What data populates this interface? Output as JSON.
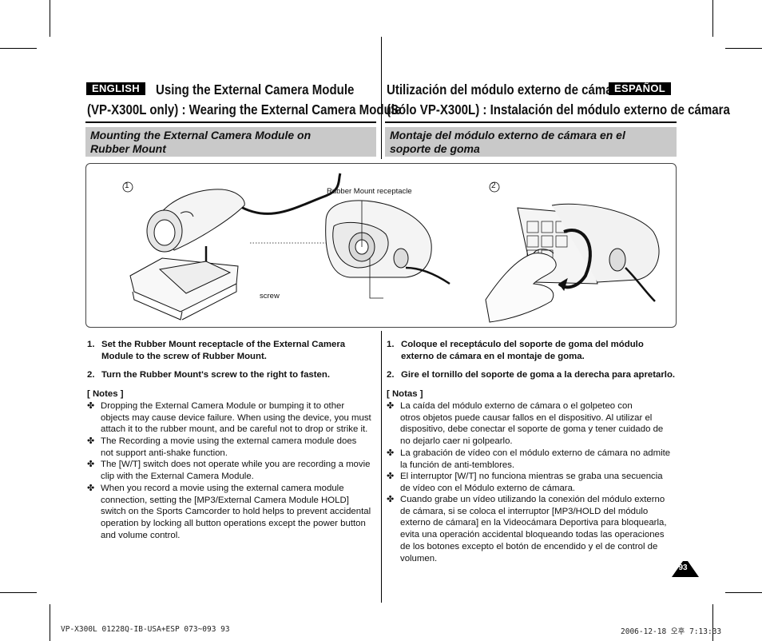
{
  "english": {
    "lang_label": "ENGLISH",
    "title_line1": "Using the External Camera Module",
    "title_line2": "(VP-X300L only) : Wearing the External Camera Module",
    "subhead_line1": "Mounting the External Camera Module on",
    "subhead_line2": "Rubber Mount",
    "steps": [
      {
        "num": "1.",
        "line1": "Set the Rubber Mount receptacle of the External Camera",
        "line2": "Module to the screw of Rubber Mount."
      },
      {
        "num": "2.",
        "line1": "Turn the Rubber Mount's screw to the right to fasten."
      }
    ],
    "notes_heading": "[ Notes ]",
    "notes": [
      {
        "lines": [
          "Dropping the External Camera Module or bumping it to other",
          "objects may cause device failure. When using the device, you must",
          "attach it to the rubber mount, and be careful not to drop or strike it."
        ]
      },
      {
        "lines": [
          "The Recording a movie using the external camera module does",
          "not support anti-shake function."
        ]
      },
      {
        "lines": [
          "The [W/T] switch does not operate while you are recording a movie",
          "clip with the External Camera Module."
        ]
      },
      {
        "lines": [
          "When you record a movie using the external camera module",
          "connection, setting the [MP3/External Camera Module HOLD]",
          "switch on the Sports Camcorder to hold helps to prevent accidental",
          "operation by locking all button operations except the power button",
          "and volume control."
        ]
      }
    ]
  },
  "spanish": {
    "lang_label": "ESPAÑOL",
    "title_line1": "Utilización del módulo externo de cámara",
    "title_line2": "(Sólo VP-X300L) : Instalación del módulo externo de cámara",
    "subhead_line1": "Montaje del módulo externo de cámara en el",
    "subhead_line2": "soporte de goma",
    "steps": [
      {
        "num": "1.",
        "line1": "Coloque el receptáculo del soporte de goma del módulo",
        "line2": "externo de cámara en el montaje de goma."
      },
      {
        "num": "2.",
        "line1": "Gire el tornillo del soporte de goma a la derecha para apretarlo."
      }
    ],
    "notes_heading": "[ Notas ]",
    "notes": [
      {
        "lines": [
          "La caída del módulo externo de cámara o el golpeteo con",
          "otros objetos puede causar fallos en el dispositivo. Al utilizar el",
          "dispositivo, debe conectar el soporte de goma y tener cuidado de",
          "no dejarlo caer ni golpearlo."
        ]
      },
      {
        "lines": [
          "La grabación de vídeo con el módulo externo de cámara no admite",
          "la función de anti-temblores."
        ]
      },
      {
        "lines": [
          "El interruptor [W/T] no funciona mientras se graba una secuencia",
          "de vídeo con el Módulo externo de cámara."
        ]
      },
      {
        "lines": [
          "Cuando grabe un vídeo utilizando la conexión del módulo externo",
          "de cámara, si se coloca el interruptor [MP3/HOLD del módulo",
          "externo de cámara] en la Videocámara Deportiva para bloquearla,",
          "evita una operación accidental bloqueando todas las operaciones",
          "de los botones excepto el botón de encendido y el de control de",
          "volumen."
        ]
      }
    ]
  },
  "figure": {
    "label_1": "1",
    "label_2": "2",
    "receptacle_label": "Rubber Mount receptacle",
    "screw_label": "screw"
  },
  "bullet_glyph": "✤",
  "page_number": "93",
  "footer": {
    "left": "VP-X300L 01228Q-IB-USA+ESP 073~093   93",
    "right": "2006-12-18   오후 7:13:33"
  }
}
